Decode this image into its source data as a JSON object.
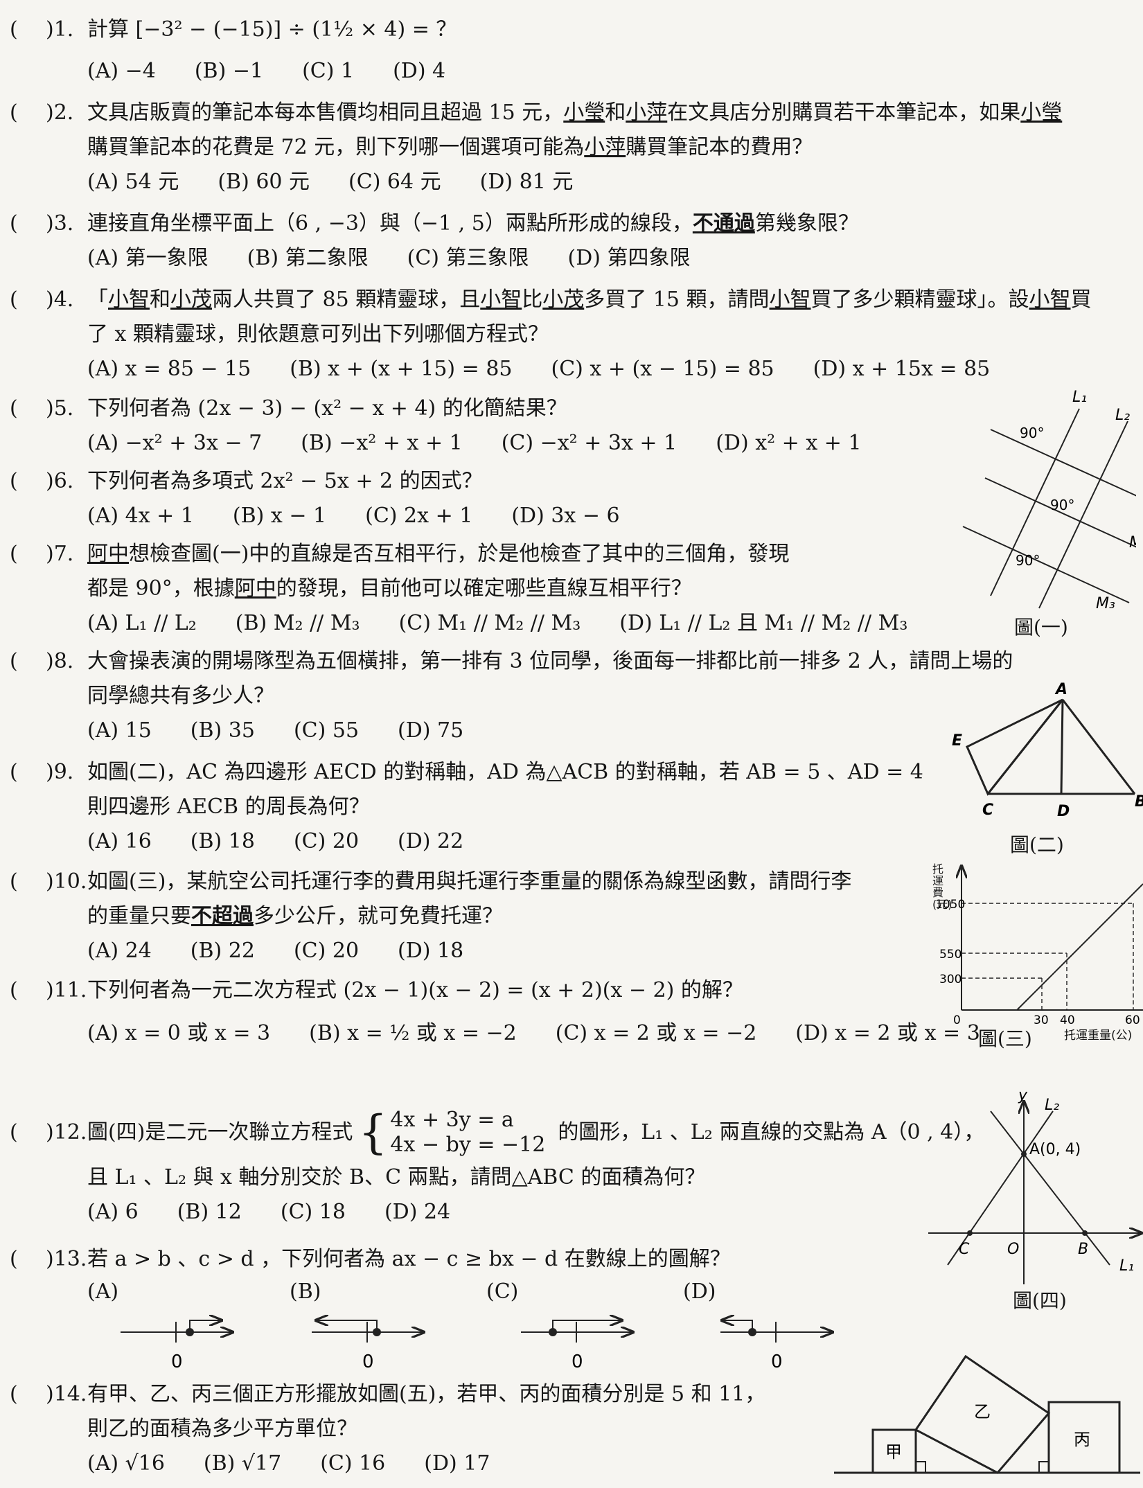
{
  "paren": "(",
  "questions": [
    {
      "num": ")1.",
      "line1": "計算 [−3² − (−15)] ÷ (1½ × 4) = ？",
      "options": [
        "(A) −4",
        "(B) −1",
        "(C) 1",
        "(D) 4"
      ]
    },
    {
      "num": ")2.",
      "line1_a": "文具店販賣的筆記本每本售價均相同且超過 15 元，",
      "name_a": "小瑩",
      "mid1": "和",
      "name_b": "小萍",
      "mid2": "在文具店分別購買若干本筆記本，如果",
      "name_c": "小瑩",
      "line2_a": "購買筆記本的花費是 72 元，則下列哪一個選項可能為",
      "name_d": "小萍",
      "line2_b": "購買筆記本的費用？",
      "options": [
        "(A) 54 元",
        "(B) 60 元",
        "(C) 64 元",
        "(D) 81 元"
      ]
    },
    {
      "num": ")3.",
      "line1_a": "連接直角坐標平面上（6 , −3）與（−1 , 5）兩點所形成的線段，",
      "emph": "不通過",
      "line1_b": "第幾象限？",
      "options": [
        "(A) 第一象限",
        "(B) 第二象限",
        "(C) 第三象限",
        "(D) 第四象限"
      ]
    },
    {
      "num": ")4.",
      "q": "「",
      "n1": "小智",
      "t1": "和",
      "n2": "小茂",
      "t2": "兩人共買了 85 顆精靈球，且",
      "n3": "小智",
      "t3": "比",
      "n4": "小茂",
      "t4": "多買了 15 顆，請問",
      "n5": "小智",
      "t5": "買了多少顆精靈球」。設",
      "n6": "小智",
      "t6": "買",
      "line2": "了 x 顆精靈球，則依題意可列出下列哪個方程式？",
      "options": [
        "(A)  x = 85 − 15",
        "(B)  x + (x + 15) = 85",
        "(C)  x + (x − 15) = 85",
        "(D)  x + 15x = 85"
      ]
    },
    {
      "num": ")5.",
      "line1": "下列何者為 (2x − 3) − (x² − x + 4) 的化簡結果？",
      "options": [
        "(A) −x² + 3x − 7",
        "(B)  −x² + x + 1",
        "(C)  −x² + 3x + 1",
        "(D)  x² + x + 1"
      ]
    },
    {
      "num": ")6.",
      "line1": "下列何者為多項式 2x² − 5x + 2 的因式？",
      "options": [
        "(A) 4x + 1",
        "(B)  x − 1",
        "(C)  2x + 1",
        "(D)  3x − 6"
      ]
    },
    {
      "num": ")7.",
      "n1": "阿中",
      "line1_b": "想檢查圖(一)中的直線是否互相平行，於是他檢查了其中的三個角，發現",
      "line2_a": "都是 90°，根據",
      "n2": "阿中",
      "line2_b": "的發現，目前他可以確定哪些直線互相平行？",
      "options": [
        "(A)  L₁ // L₂",
        "(B)  M₂ // M₃",
        "(C)  M₁ // M₂ // M₃",
        "(D)  L₁ // L₂ 且 M₁ // M₂ // M₃"
      ]
    },
    {
      "num": ")8.",
      "line1": "大會操表演的開場隊型為五個橫排，第一排有 3 位同學，後面每一排都比前一排多 2 人，請問上場的",
      "line2": "同學總共有多少人？",
      "options": [
        "(A) 15",
        "(B) 35",
        "(C) 55",
        "(D) 75"
      ]
    },
    {
      "num": ")9.",
      "line1": "如圖(二)，AC 為四邊形 AECD 的對稱軸，AD 為△ACB 的對稱軸，若 AB = 5 、AD = 4",
      "line2": "則四邊形 AECB 的周長為何？",
      "options": [
        "(A) 16",
        "(B) 18",
        "(C) 20",
        "(D) 22"
      ]
    },
    {
      "num": ")10.",
      "line1": "如圖(三)，某航空公司托運行李的費用與托運行李重量的關係為線型函數，請問行李",
      "line2_a": "的重量只要",
      "emph": "不超過",
      "line2_b": "多少公斤，就可免費托運？",
      "options": [
        "(A) 24",
        "(B) 22",
        "(C) 20",
        "(D) 18"
      ]
    },
    {
      "num": ")11.",
      "line1": "下列何者為一元二次方程式 (2x − 1)(x − 2) = (x + 2)(x − 2) 的解？",
      "options": [
        "(A) x = 0 或 x = 3",
        "(B)  x = ½ 或 x = −2",
        "(C)  x = 2 或 x = −2",
        "(D)  x = 2 或 x = 3"
      ]
    },
    {
      "num": ")12.",
      "line1_a": "圖(四)是二元一次聯立方程式",
      "eq1": "4x + 3y = a",
      "eq2": "4x − by = −12",
      "line1_b": "的圖形，L₁ 、L₂ 兩直線的交點為 A（0 , 4），",
      "line2": "且 L₁ 、L₂ 與 x 軸分別交於 B、C 兩點，請問△ABC 的面積為何？",
      "options": [
        "(A) 6",
        "(B) 12",
        "(C) 18",
        "(D) 24"
      ]
    },
    {
      "num": ")13.",
      "line1": "若 a > b 、c > d ，下列何者為 ax − c ≥ bx − d 在數線上的圖解？",
      "options": [
        "(A)",
        "(B)",
        "(C)",
        "(D)"
      ],
      "zero": "0"
    },
    {
      "num": ")14.",
      "line1": "有甲、乙、丙三個正方形擺放如圖(五)，若甲、丙的面積分別是 5 和 11，",
      "line2": "則乙的面積為多少平方單位？",
      "options": [
        "(A)  √16",
        "(B)  √17",
        "(C) 16",
        "(D) 17"
      ]
    }
  ],
  "figures": {
    "fig1": {
      "caption": "圖(一)",
      "angle": "90°",
      "L1": "L₁",
      "L2": "L₂",
      "M": "M",
      "M3": "M₃"
    },
    "fig2": {
      "caption": "圖(二)",
      "A": "A",
      "E": "E",
      "C": "C",
      "D": "D",
      "B": "B"
    },
    "fig3": {
      "caption": "圖(三)",
      "ylabel": "托運費(元)",
      "xlabel": "托運重量(公)",
      "ytick_1050": "1050",
      "ytick_550": "550",
      "ytick_300": "300",
      "xtick_0": "0",
      "xtick_30": "30",
      "xtick_40": "40",
      "xtick_60": "60"
    },
    "fig4": {
      "caption": "圖(四)",
      "y": "y",
      "L2": "L₂",
      "L1": "L₁",
      "A": "A(0, 4)",
      "C": "C",
      "O": "O",
      "B": "B"
    },
    "fig5": {
      "a": "甲",
      "b": "乙",
      "c": "丙"
    }
  }
}
